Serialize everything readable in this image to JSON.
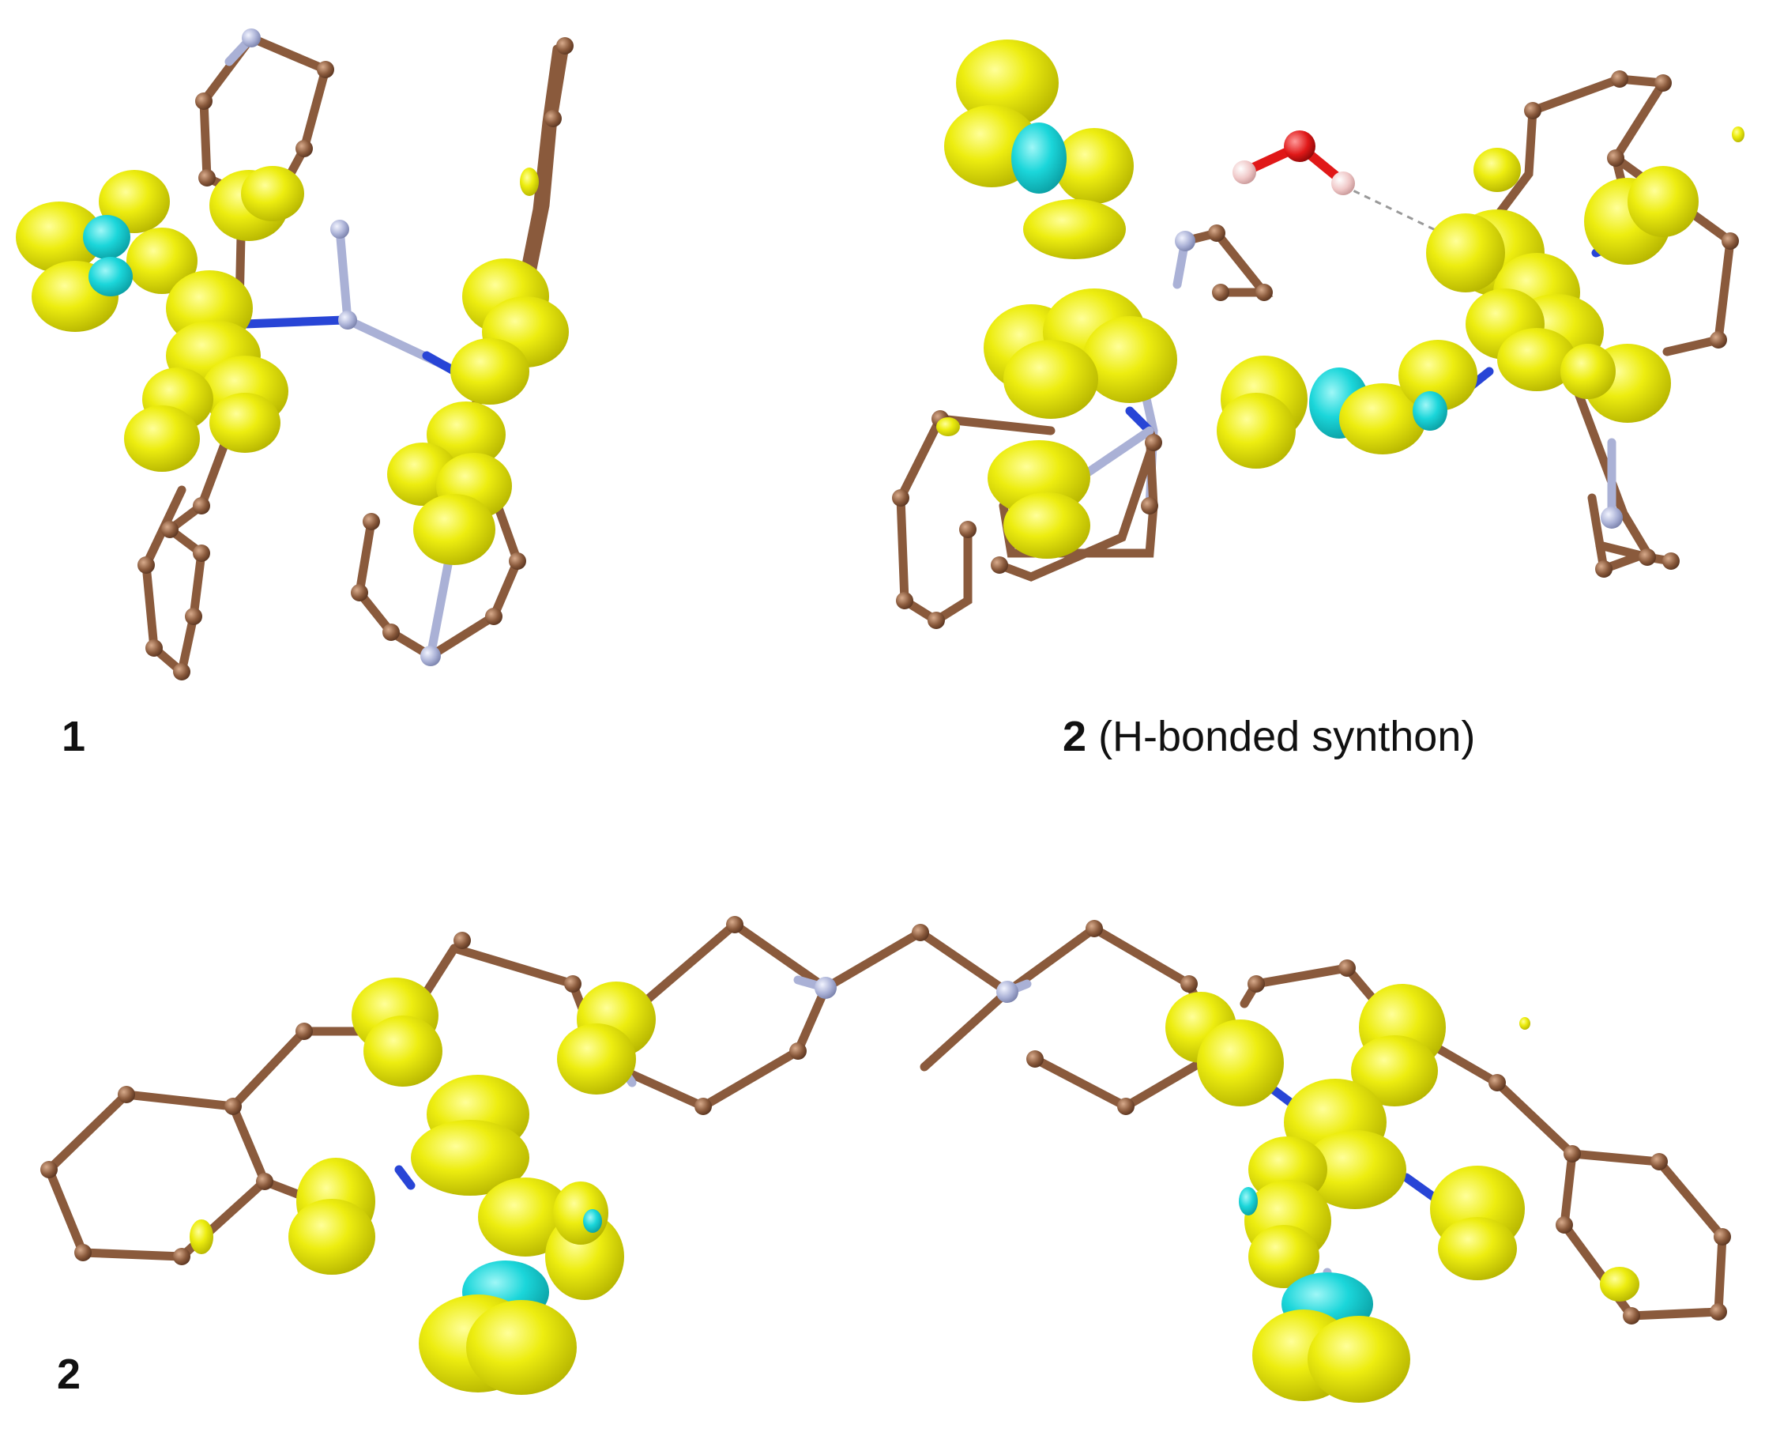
{
  "labels": {
    "panel_1": "1",
    "panel_2_top_bold": "2",
    "panel_2_top_text": "(H-bonded synthon)",
    "panel_2_bottom": "2"
  },
  "colors": {
    "carbon": "#8a5a3c",
    "nitrogen": "#aab1d6",
    "oxygen": "#e01818",
    "hydrogen": "#f0c8c8",
    "bond_blue": "#2845d6",
    "lobe_yellow": "#e6e600",
    "lobe_cyan": "#18d4d8"
  },
  "icons": [
    "molecule-1-structure",
    "molecule-2-hbond-synthon-structure",
    "molecule-2-chain-structure"
  ]
}
